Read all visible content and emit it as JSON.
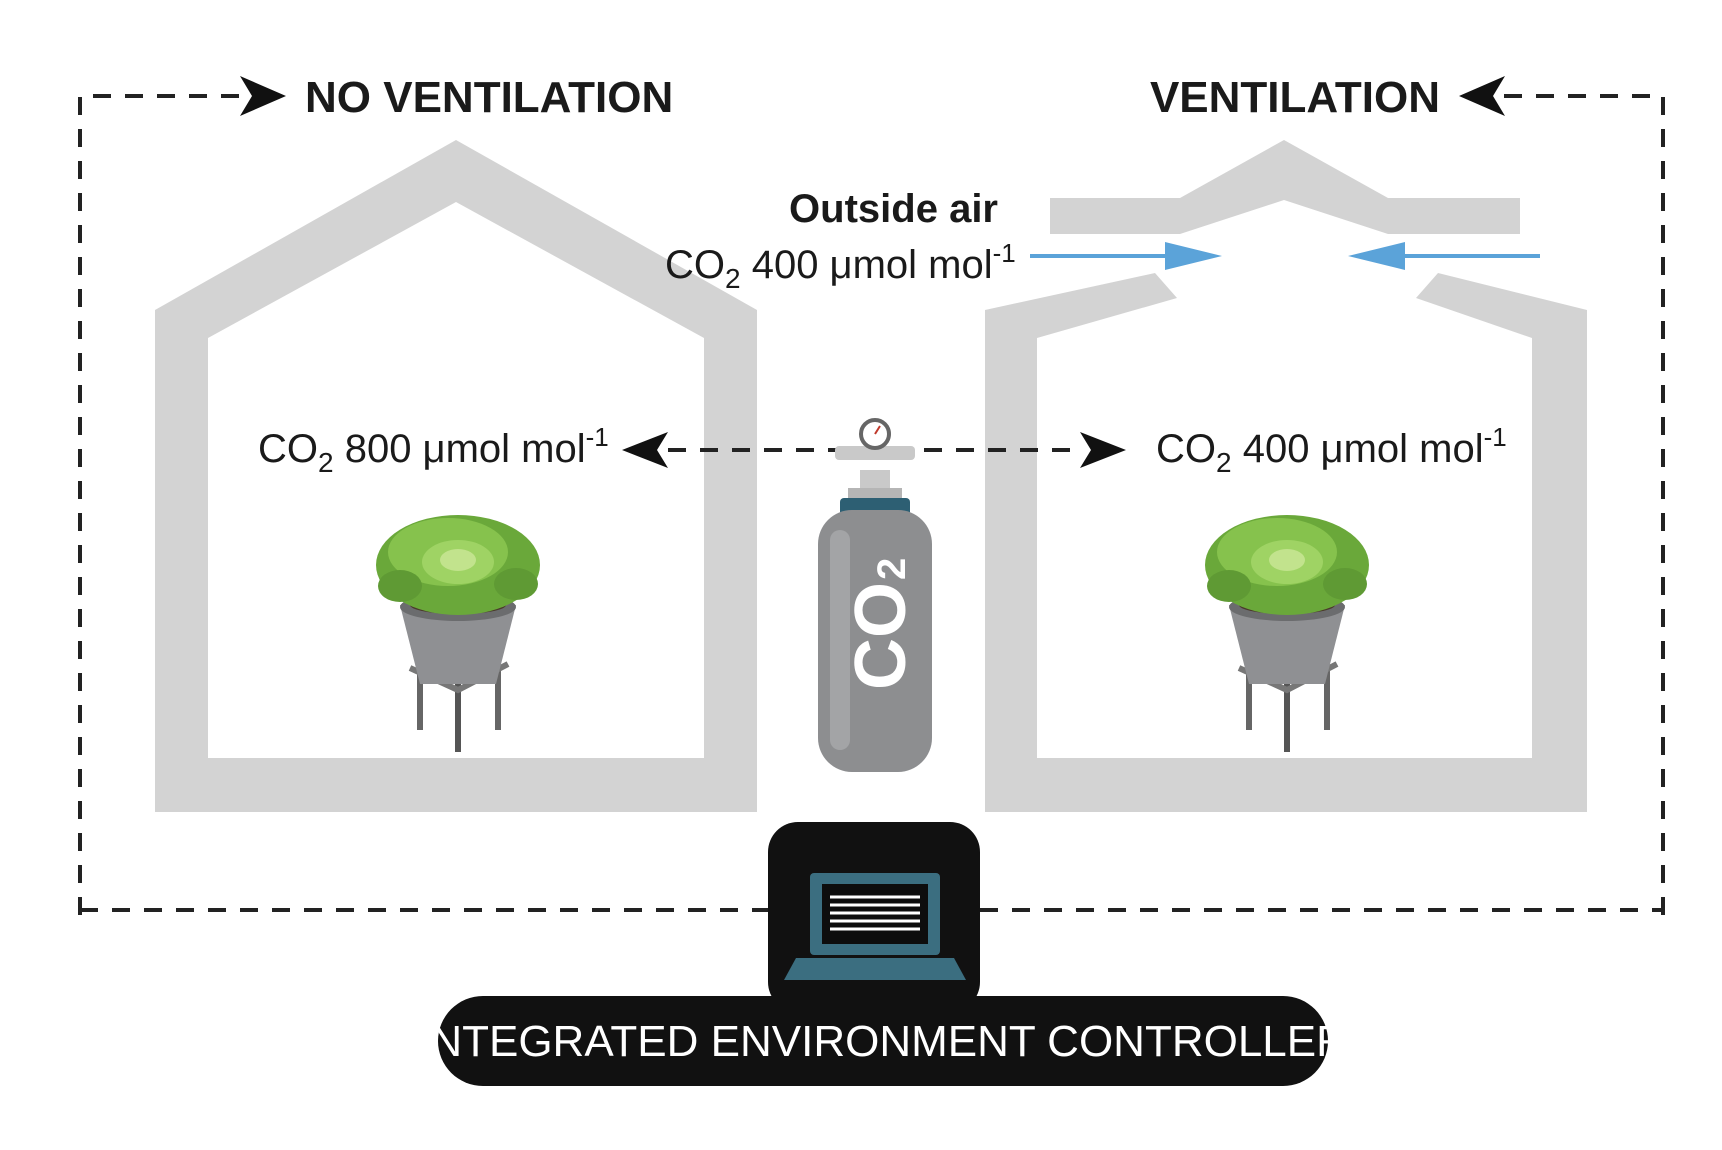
{
  "labels": {
    "no_ventilation": "NO VENTILATION",
    "ventilation": "VENTILATION",
    "outside_air": "Outside air",
    "co2_prefix": "CO",
    "co2_subscript": "2",
    "outside_value": "400 μmol mol",
    "left_value": "800 μmol mol",
    "right_value": "400 μmol mol",
    "exponent": "-1",
    "tank_label": "CO",
    "tank_subscript": "2",
    "controller": "INTEGRATED ENVIRONMENT CONTROLLER"
  },
  "colors": {
    "greenhouse_wall": "#d3d3d3",
    "air_arrow": "#5ba3d9",
    "tank_body": "#8d8e90",
    "tank_cap": "#2d5f73",
    "controller_bg": "#111111",
    "screen_frame": "#3b6e80",
    "plant_green": "#7cbf45",
    "pot_gray": "#8f9093"
  },
  "icons": [
    "co2-tank-icon",
    "lettuce-plant-icon",
    "laptop-icon",
    "pressure-gauge-icon"
  ]
}
